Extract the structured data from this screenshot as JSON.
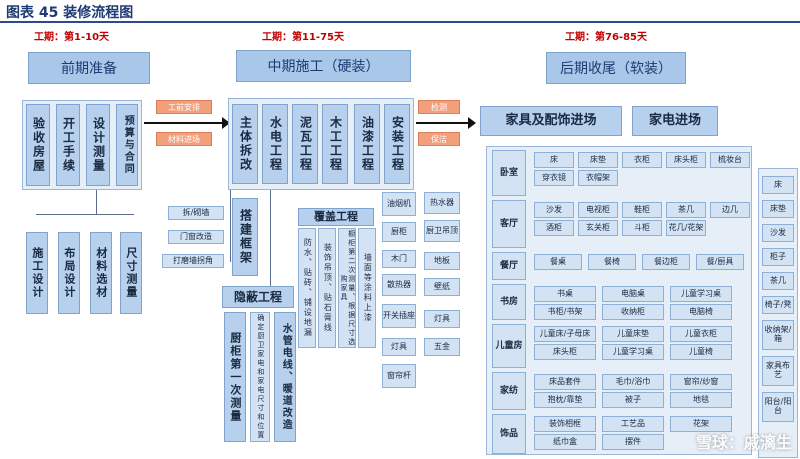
{
  "title": "图表 45  装修流程图",
  "phases": {
    "p1": "工期：第1-10天",
    "p2": "工期：第11-75天",
    "p3": "工期：第76-85天"
  },
  "headers": {
    "h1": "前期准备",
    "h2": "中期施工（硬装）",
    "h3": "后期收尾（软装）"
  },
  "early": {
    "steps": [
      "验收房屋",
      "开工手续",
      "设计测量",
      "预算与合同"
    ],
    "sub": [
      "施工设计",
      "布局设计",
      "材料选材",
      "尺寸测量"
    ]
  },
  "transit1": [
    "工前安排",
    "材料进场"
  ],
  "transit2": [
    "检测",
    "保洁"
  ],
  "mid": {
    "steps": [
      "主体拆改",
      "水电工程",
      "泥瓦工程",
      "木工工程",
      "油漆工程",
      "安装工程"
    ],
    "demo_sub": [
      "拆/砌墙",
      "门窗改造",
      "打磨墙拐角"
    ],
    "build_frame": "搭建框架",
    "cover_title": "覆盖工程",
    "cover_items": [
      "防水、贴砖、铺设地漏",
      "装饰吊顶、贴石膏线",
      "橱柜第二次测量、根据尺寸选购家具",
      "墙面等涂料上漆"
    ],
    "hidden_title": "隐蔽工程",
    "hidden_items": [
      "厨柜第一次测量",
      "确定厨卫家电和家电尺寸和位置",
      "水管电线、暖道改造"
    ],
    "install_left": [
      "油烟机",
      "厨柜",
      "木门",
      "散热器",
      "开关插座",
      "灯具",
      "窗帘杆"
    ],
    "install_right": [
      "热水器",
      "厨卫吊顶",
      "地板",
      "壁纸",
      "灯具",
      "五金"
    ]
  },
  "late": {
    "furniture_title": "家具及配饰进场",
    "appliance_title": "家电进场",
    "rooms": [
      {
        "name": "卧室",
        "items": [
          "床",
          "床垫",
          "衣柜",
          "床头柜",
          "梳妆台",
          "穿衣镜",
          "衣帽架"
        ]
      },
      {
        "name": "客厅",
        "items": [
          "沙发",
          "电视柜",
          "鞋柜",
          "茶几",
          "边几",
          "酒柜",
          "玄关柜",
          "斗柜",
          "花几/花架"
        ]
      },
      {
        "name": "餐厅",
        "items": [
          "餐桌",
          "餐椅",
          "餐边柜",
          "餐/厨具"
        ]
      },
      {
        "name": "书房",
        "items": [
          "书桌",
          "电脑桌",
          "儿童学习桌",
          "书柜/书架",
          "收纳柜",
          "电脑椅"
        ]
      },
      {
        "name": "儿童房",
        "items": [
          "儿童床/子母床",
          "儿童床垫",
          "儿童衣柜",
          "床头柜",
          "儿童学习桌",
          "儿童椅"
        ]
      },
      {
        "name": "家纺",
        "items": [
          "床品套件",
          "毛巾/浴巾",
          "窗帘/纱窗",
          "抱枕/靠垫",
          "被子",
          "地毯"
        ]
      },
      {
        "name": "饰品",
        "items": [
          "装饰相框",
          "工艺品",
          "花架",
          "纸巾盒",
          "摆件"
        ]
      }
    ],
    "right_col": [
      "床",
      "床垫",
      "沙发",
      "柜子",
      "茶几",
      "椅子/凳",
      "收纳架/箱",
      "家具布艺",
      "阳台/阳台"
    ]
  },
  "watermark": "雪球：戚漓生"
}
